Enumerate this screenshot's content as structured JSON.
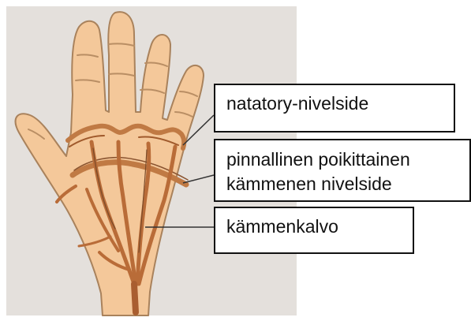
{
  "labels": {
    "natatory": "natatory-nivelside",
    "pinnallinen_line1": "pinnallinen poikittainen",
    "pinnallinen_line2": "kämmenen nivelside",
    "kammenkalvo": "kämmenkalvo"
  },
  "colors": {
    "background": "#e4e0dc",
    "skin": "#f4c89a",
    "skin_outline": "#a9825c",
    "ligament": "#c07a44",
    "ligament_dark": "#7a4a28",
    "leader_line": "#333333"
  }
}
